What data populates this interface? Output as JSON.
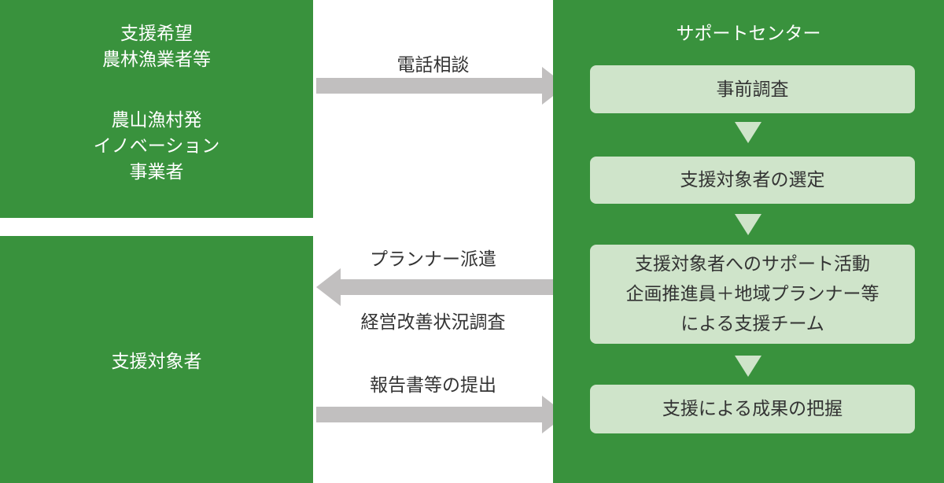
{
  "left_column": {
    "top_box": {
      "group1": [
        "支援希望",
        "農林漁業者等"
      ],
      "group2": [
        "農山漁村発",
        "イノベーション",
        "事業者"
      ]
    },
    "bottom_box": {
      "label": "支援対象者"
    }
  },
  "center_flow": {
    "arrow1": {
      "label": "電話相談",
      "direction": "right"
    },
    "arrow2": {
      "label_above": "プランナー派遣",
      "label_below": "経営改善状況調査",
      "direction": "left"
    },
    "arrow3": {
      "label": "報告書等の提出",
      "direction": "right"
    }
  },
  "right_panel": {
    "title": "サポートセンター",
    "steps": [
      {
        "lines": [
          "事前調査"
        ]
      },
      {
        "lines": [
          "支援対象者の選定"
        ]
      },
      {
        "lines": [
          "支援対象者へのサポート活動",
          "企画推進員＋地域プランナー等",
          "による支援チーム"
        ]
      },
      {
        "lines": [
          "支援による成果の把握"
        ]
      }
    ]
  },
  "colors": {
    "panel_green": "#39923D",
    "step_light_green": "#CFE4CA",
    "arrow_gray": "#C1BFBF",
    "dark_text": "#333333",
    "light_text": "#FFFFFF"
  }
}
